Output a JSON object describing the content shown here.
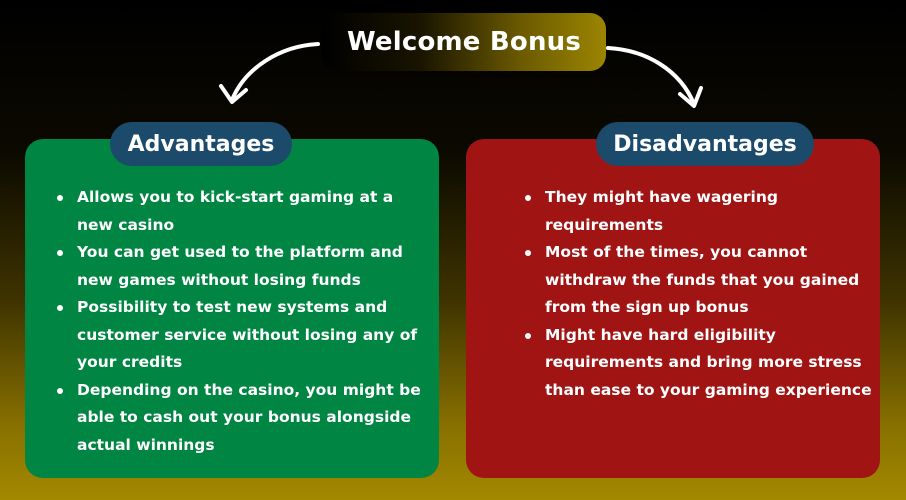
{
  "title": "Welcome Bonus",
  "advantages": {
    "header": "Advantages",
    "color": "#008543",
    "items": [
      "Allows you to kick-start gaming at a new casino",
      "You can get used to the platform and new games without losing funds",
      "Possibility to test new systems and customer service without losing any of your credits",
      "Depending on the casino, you might be able to cash out your bonus alongside actual winnings"
    ]
  },
  "disadvantages": {
    "header": "Disadvantages",
    "color": "#a01414",
    "items": [
      "They might have wagering requirements",
      "Most of the times, you cannot withdraw the funds that you gained from the sign up bonus",
      "Might have hard eligibility requirements and bring more stress than ease to your gaming experience"
    ]
  },
  "header_pill_color": "#1c4a6a"
}
